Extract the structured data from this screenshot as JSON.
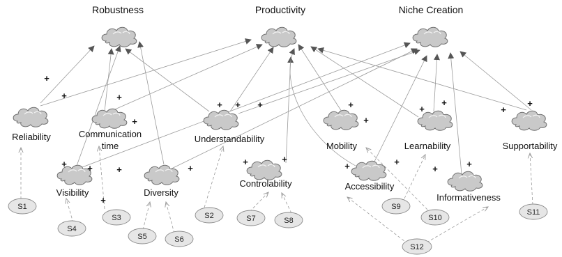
{
  "colors": {
    "cloud": "#c9c9c9",
    "cloud_stroke": "#6f6f6f",
    "edge": "#9a9a9a",
    "arrowhead": "#555555",
    "satellite_fill": "#e6e6e6"
  },
  "titles": {
    "robustness": "Robustness",
    "productivity": "Productivity",
    "niche": "Niche Creation"
  },
  "sub": {
    "reliability": "Reliability",
    "communication_1": "Communication",
    "communication_2": "time",
    "understandability": "Understandability",
    "mobility": "Mobility",
    "learnability": "Learnability",
    "supportability": "Supportability",
    "visibility": "Visibility",
    "diversity": "Diversity",
    "controlability": "Controlability",
    "accessibility": "Accessibility",
    "informativeness": "Informativeness"
  },
  "plus": "+",
  "satellites": {
    "s1": "S1",
    "s2": "S2",
    "s3": "S3",
    "s4": "S4",
    "s5": "S5",
    "s6": "S6",
    "s7": "S7",
    "s8": "S8",
    "s9": "S9",
    "s10": "S10",
    "s11": "S11",
    "s12": "S12"
  }
}
